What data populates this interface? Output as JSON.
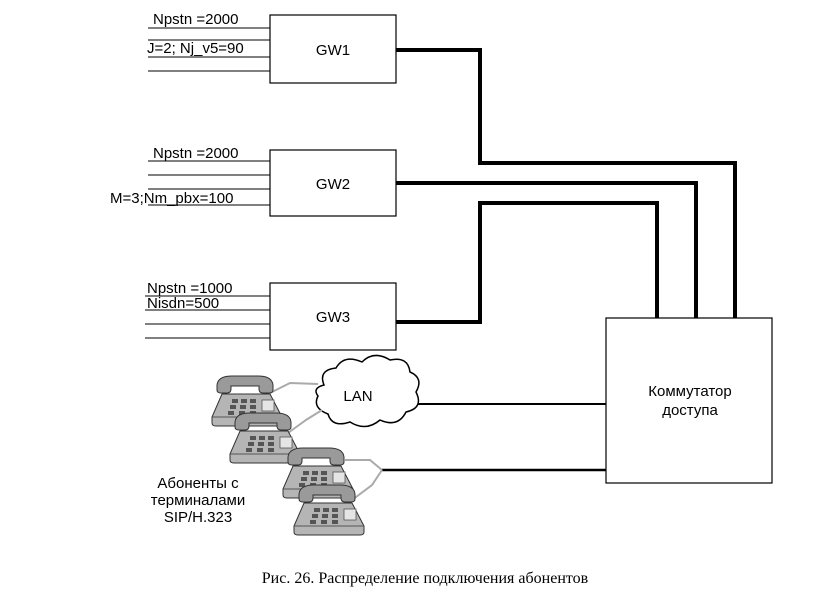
{
  "gateways": [
    {
      "name": "GW1",
      "labels": [
        "Npstn =2000",
        "J=2; Nj_v5=90"
      ]
    },
    {
      "name": "GW2",
      "labels": [
        "Npstn =2000",
        "M=3;Nm_pbx=100"
      ]
    },
    {
      "name": "GW3",
      "labels": [
        "Npstn =1000",
        "Nisdn=500"
      ]
    }
  ],
  "switch": {
    "line1": "Коммутатор",
    "line2": "доступа"
  },
  "lan": {
    "label": "LAN"
  },
  "subscribers": {
    "line1": "Абоненты с",
    "line2": "терминалами",
    "line3": "SIP/H.323"
  },
  "caption": "Рис. 26. Распределение подключения абонентов"
}
